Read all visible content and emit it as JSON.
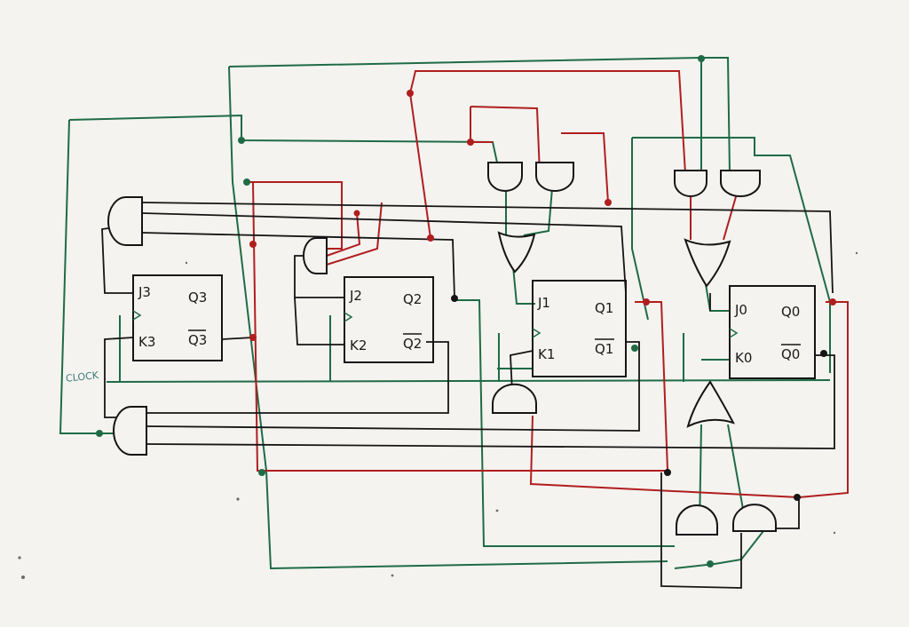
{
  "flipflops": [
    {
      "id": "ff3",
      "j": "J3",
      "k": "K3",
      "q": "Q3",
      "qbar": "Q3"
    },
    {
      "id": "ff2",
      "j": "J2",
      "k": "K2",
      "q": "Q2",
      "qbar": "Q2"
    },
    {
      "id": "ff1",
      "j": "J1",
      "k": "K1",
      "q": "Q1",
      "qbar": "Q1"
    },
    {
      "id": "ff0",
      "j": "J0",
      "k": "K0",
      "q": "Q0",
      "qbar": "Q0"
    }
  ],
  "clock_label": "CLOCK",
  "colors": {
    "paper": "#f4f3f0",
    "ink": "#1a1a1a",
    "wire_green": "#1f6b45",
    "wire_red": "#b01e1e",
    "wire_black": "#151515",
    "clock_label": "#3f7a7a"
  }
}
